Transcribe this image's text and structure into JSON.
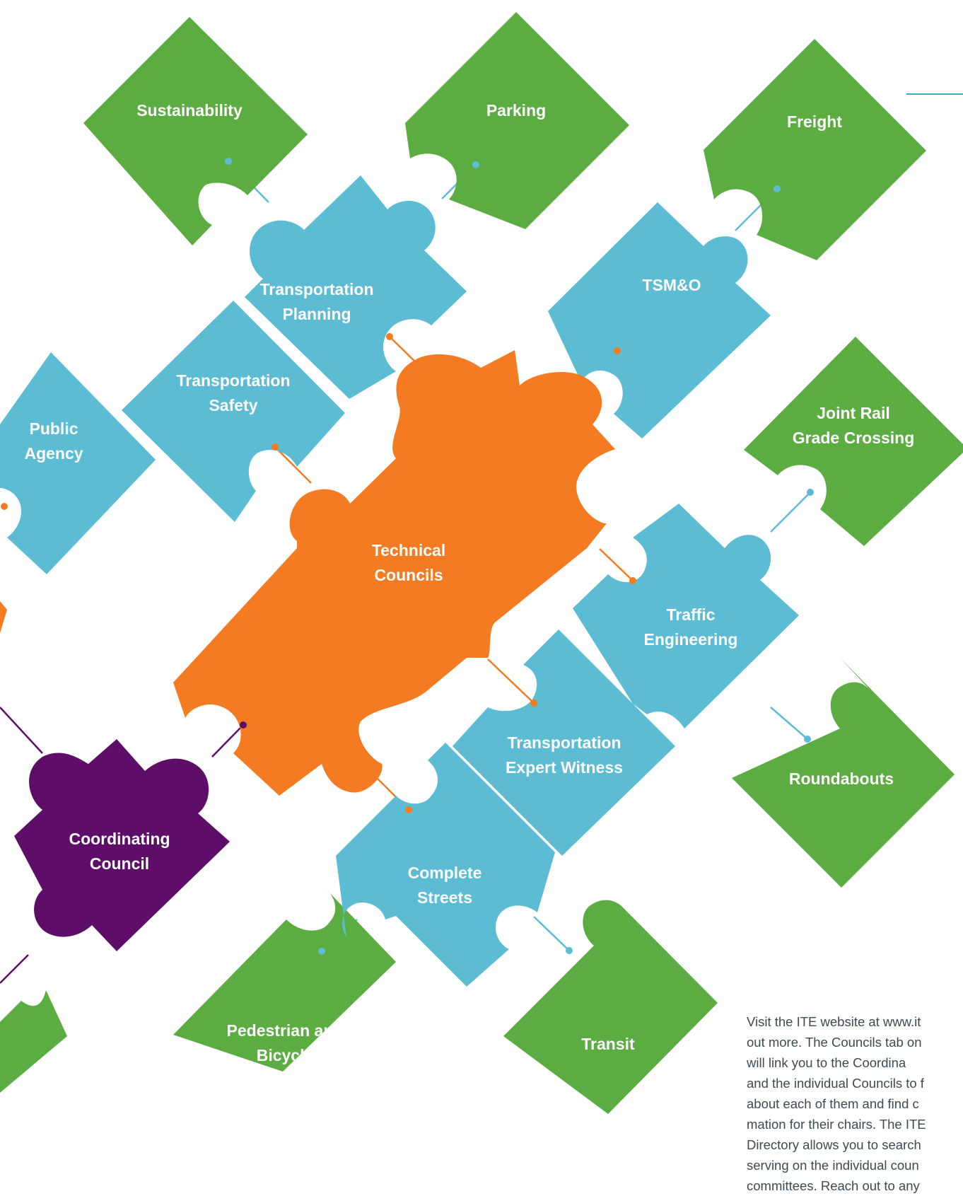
{
  "colors": {
    "green": "#5bac41",
    "blue": "#5bbcd4",
    "orange": "#f47b22",
    "purple": "#5e0e68",
    "text": "#3d4a55",
    "rule": "#3fa7c3"
  },
  "pieces": {
    "sustainability": "Sustainability",
    "parking": "Parking",
    "freight": "Freight",
    "tsmo": "TSM&O",
    "transportation_planning": [
      "Transportation",
      "Planning"
    ],
    "transportation_safety": [
      "Transportation",
      "Safety"
    ],
    "public_agency": [
      "Public",
      "Agency"
    ],
    "technical_councils": [
      "Technical",
      "Councils"
    ],
    "joint_rail": [
      "Joint Rail",
      "Grade Crossing"
    ],
    "traffic_engineering": [
      "Traffic",
      "Engineering"
    ],
    "roundabouts": "Roundabouts",
    "expert_witness": [
      "Transportation",
      "Expert Witness"
    ],
    "complete_streets": [
      "Complete",
      "Streets"
    ],
    "coordinating_council": [
      "Coordinating",
      "Council"
    ],
    "pedestrian_bicycle": [
      "Pedestrian and",
      "Bicycle"
    ],
    "transit": "Transit"
  },
  "body_text": [
    "Visit the ITE website at www.it",
    "out more. The Councils tab on",
    "will link you to the Coordina",
    "and the individual Councils to f",
    "about each of them and find c",
    "mation for their chairs. The ITE",
    "Directory allows you to search",
    "serving on the individual coun",
    "committees. Reach out to any"
  ]
}
